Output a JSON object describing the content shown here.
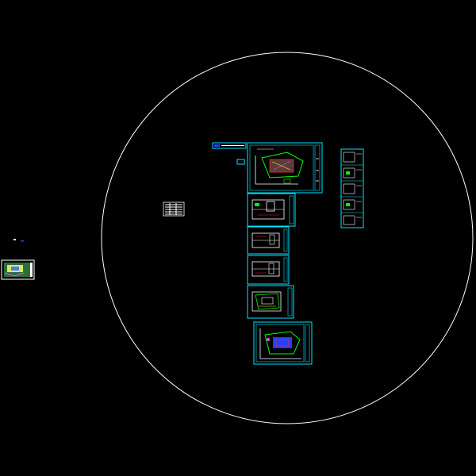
{
  "colors": {
    "background": "#000000",
    "boundary": "#ffffff",
    "sheet_frame": "#00e5ff",
    "linework": "#ffffff",
    "accent_green": "#00ff00",
    "accent_red": "#ff2020",
    "accent_blue": "#2040ff",
    "accent_yellow": "#ffff00",
    "accent_magenta": "#ff40ff"
  },
  "drawing": {
    "sheets": [
      {
        "id": "site-plan-main",
        "content": "site-plan"
      },
      {
        "id": "floor-plan-1",
        "content": "floor-plan"
      },
      {
        "id": "floor-plan-2",
        "content": "floor-plan"
      },
      {
        "id": "floor-plan-3",
        "content": "floor-plan"
      },
      {
        "id": "floor-plan-4",
        "content": "floor-plan"
      },
      {
        "id": "site-plan-colored",
        "content": "site-plan"
      },
      {
        "id": "details-sheet",
        "content": "details"
      },
      {
        "id": "overview-thumbnail",
        "content": "site-plan"
      }
    ]
  }
}
